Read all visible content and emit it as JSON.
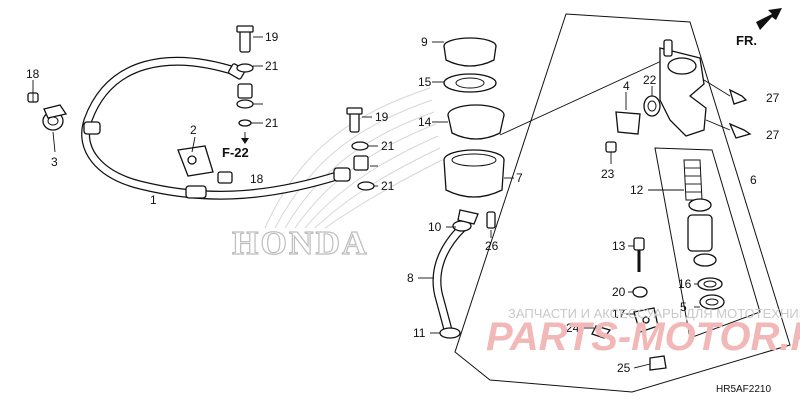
{
  "diagram": {
    "code": "HR5AF2210",
    "direction_label": "FR.",
    "ref_label": "F-22",
    "brand_watermark": "HONDA",
    "watermark_text": "ЗАПЧАСТИ И АКСЕССУАРЫ ДЛЯ МОТОТЕХНИКИ",
    "watermark_logo": "PARTS-MOTOR.RU",
    "callouts": {
      "c1": "1",
      "c2": "2",
      "c3": "3",
      "c4": "4",
      "c5": "5",
      "c6": "6",
      "c7": "7",
      "c8": "8",
      "c9": "9",
      "c10": "10",
      "c11": "11",
      "c12": "12",
      "c13": "13",
      "c14": "14",
      "c15": "15",
      "c16": "16",
      "c17": "17",
      "c18a": "18",
      "c18b": "18",
      "c19a": "19",
      "c19b": "19",
      "c20": "20",
      "c21a": "21",
      "c21b": "21",
      "c21c": "21",
      "c21d": "21",
      "c22": "22",
      "c23": "23",
      "c24": "24",
      "c25": "25",
      "c26": "26",
      "c27a": "27",
      "c27b": "27"
    }
  }
}
